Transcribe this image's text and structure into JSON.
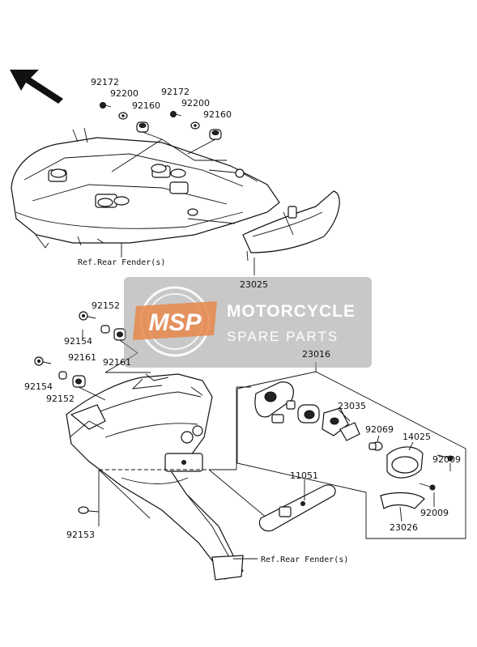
{
  "watermark": {
    "logo": "MSP",
    "line1": "MOTORCYCLE",
    "line2": "SPARE PARTS"
  },
  "refs": {
    "upper": "Ref.Rear Fender(s)",
    "lower": "Ref.Rear Fender(s)"
  },
  "parts": {
    "p92172a": "92172",
    "p92200a": "92200",
    "p92160a": "92160",
    "p92172b": "92172",
    "p92200b": "92200",
    "p92160b": "92160",
    "p23025": "23025",
    "p92152a": "92152",
    "p92154a": "92154",
    "p92161a": "92161",
    "p92161b": "92161",
    "p92154b": "92154",
    "p92152b": "92152",
    "p23016": "23016",
    "p23035": "23035",
    "p92069": "92069",
    "p14025": "14025",
    "p92009a": "92009",
    "p92009b": "92009",
    "p23026": "23026",
    "p11051": "11051",
    "p92153": "92153"
  }
}
